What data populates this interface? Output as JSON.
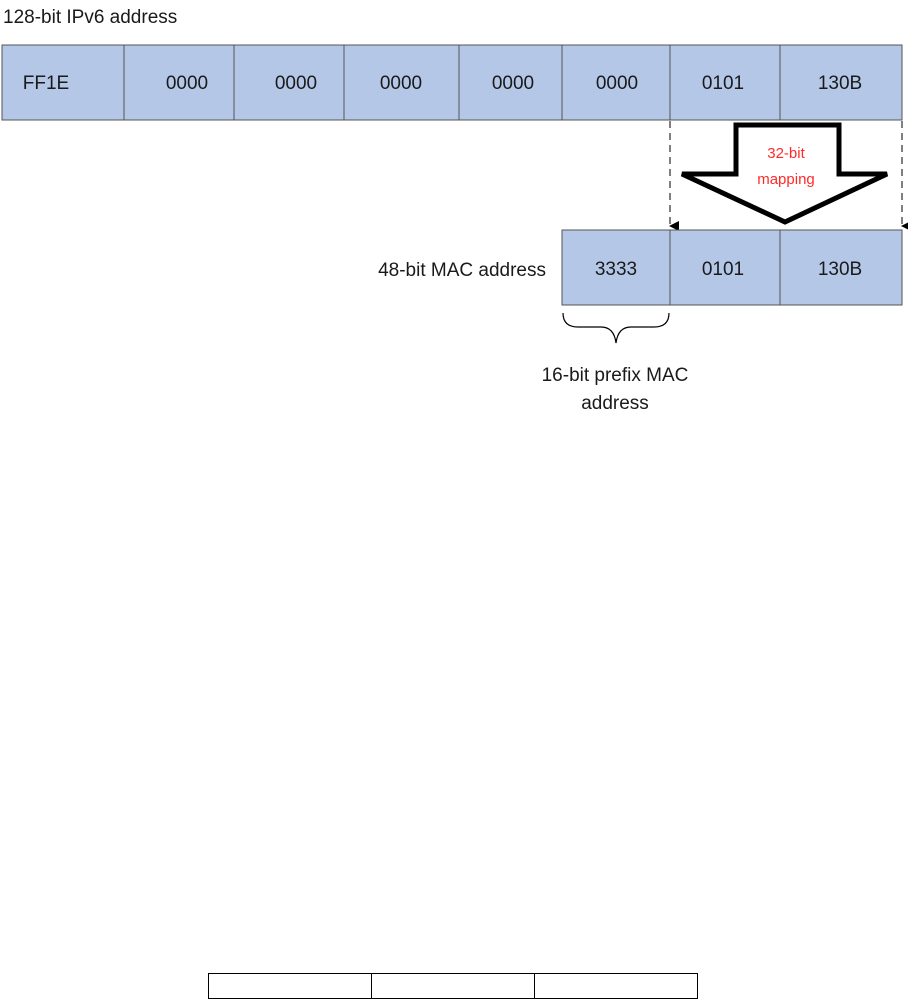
{
  "ipv6": {
    "label": "128-bit IPv6 address",
    "segments": [
      "FF1E",
      "0000",
      "0000",
      "0000",
      "0000",
      "0000",
      "0101",
      "130B"
    ]
  },
  "mac": {
    "label": "48-bit MAC address",
    "segments": [
      "3333",
      "0101",
      "130B"
    ]
  },
  "mapping": {
    "line1": "32-bit",
    "line2": "mapping"
  },
  "prefix": {
    "line1": "16-bit prefix MAC",
    "line2": "address"
  },
  "colors": {
    "segment_fill": "#b4c7e7",
    "segment_border": "#555555",
    "mapping_text": "#ff2a2a"
  },
  "footer_table": {
    "columns": 3
  }
}
